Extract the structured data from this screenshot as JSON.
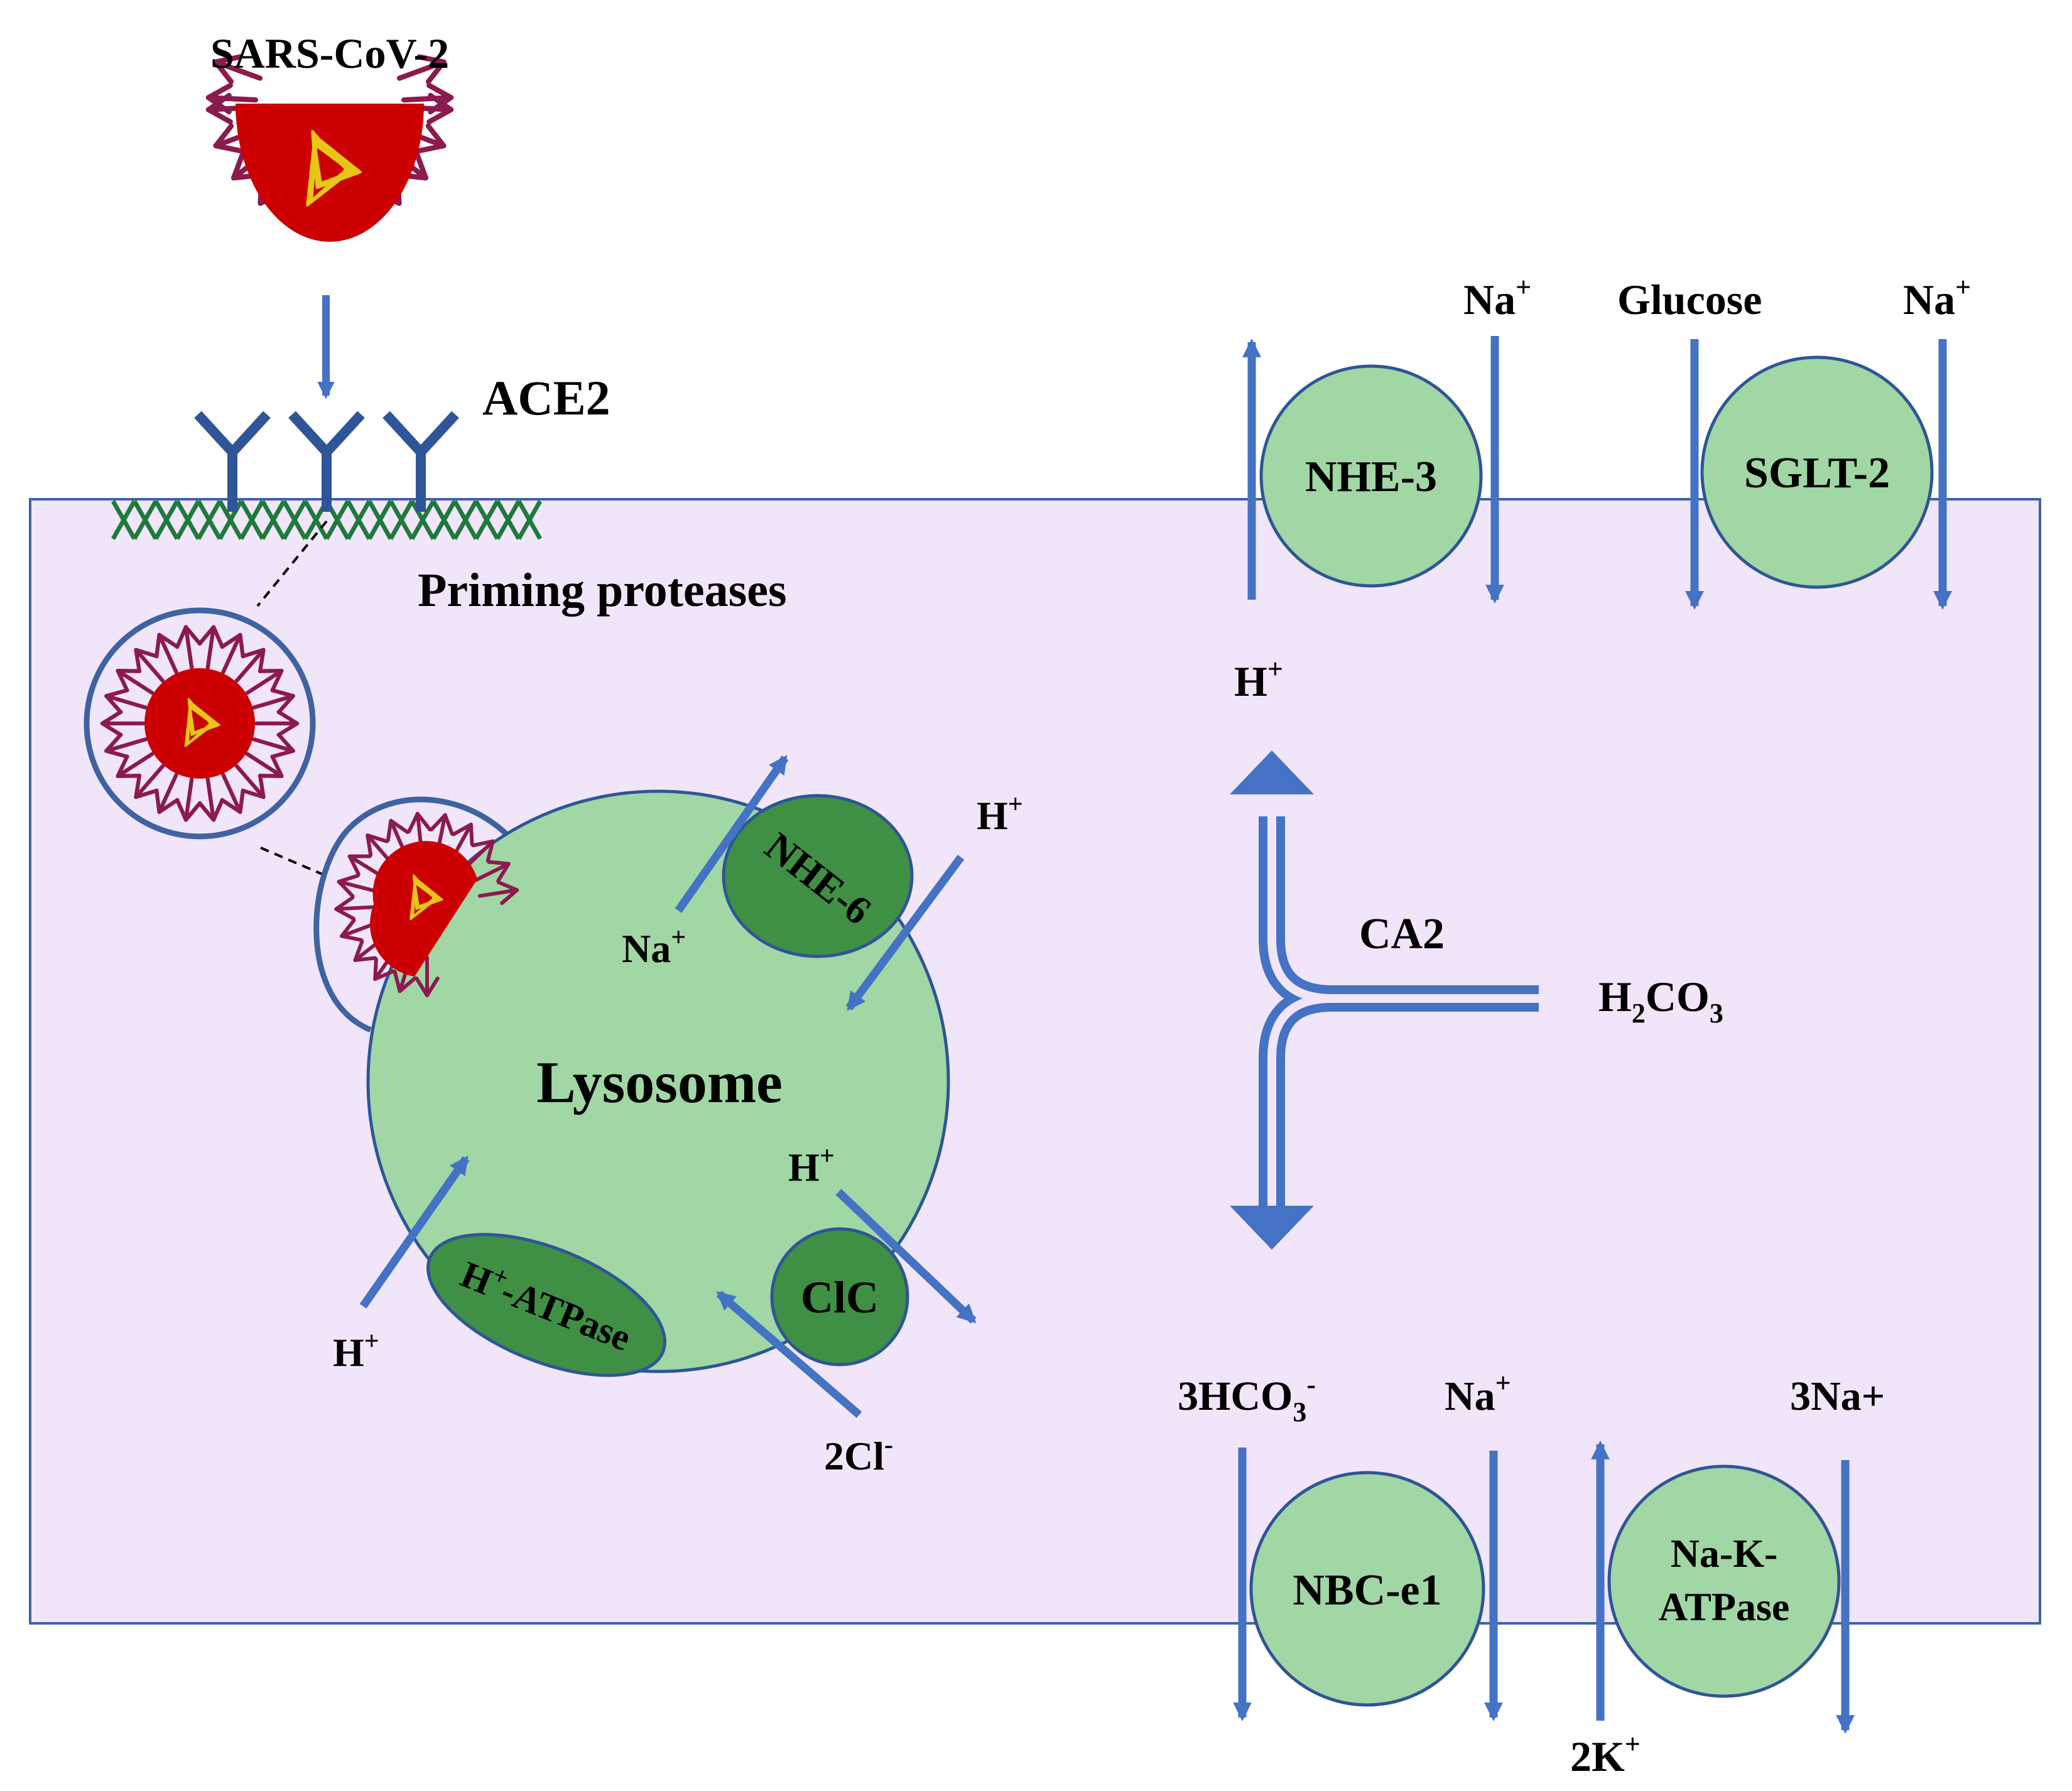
{
  "labels": {
    "virus": "SARS-CoV-2",
    "receptor": "ACE2",
    "priming": "Priming proteases",
    "lysosome": "Lysosome",
    "nhe6": "NHE-6",
    "h_atpase": "-ATPase",
    "h_atpase_prefix": "H",
    "clc": "ClC",
    "nhe3": "NHE-3",
    "sglt2": "SGLT-2",
    "nbc": "NBC-e1",
    "nak_line1": "Na-K-",
    "nak_line2": "ATPase",
    "ca2": "CA2",
    "glucose": "Glucose",
    "three_na": "3Na+",
    "h_ion": "H",
    "na_ion": "Na",
    "k_ion": "K",
    "two_k_prefix": "2",
    "plus": "+",
    "minus": "-",
    "two_cl": "2Cl",
    "h2co3_h": "H",
    "h2co3_2": "2",
    "h2co3_co": "CO",
    "h2co3_3": "3",
    "hco3_prefix": "3HCO",
    "hco3_sub": "3"
  },
  "colors": {
    "cell_fill": "#f1e6f9",
    "cell_border": "#3f62a3",
    "light_green": "#a1d6a5",
    "dark_green": "#3f8f45",
    "arrow_blue": "#4472c4",
    "virus_red": "#cc0000",
    "spike_maroon": "#8b1a4f",
    "rna_yellow": "#e6c617",
    "membrane_green": "#1e7a3a"
  }
}
